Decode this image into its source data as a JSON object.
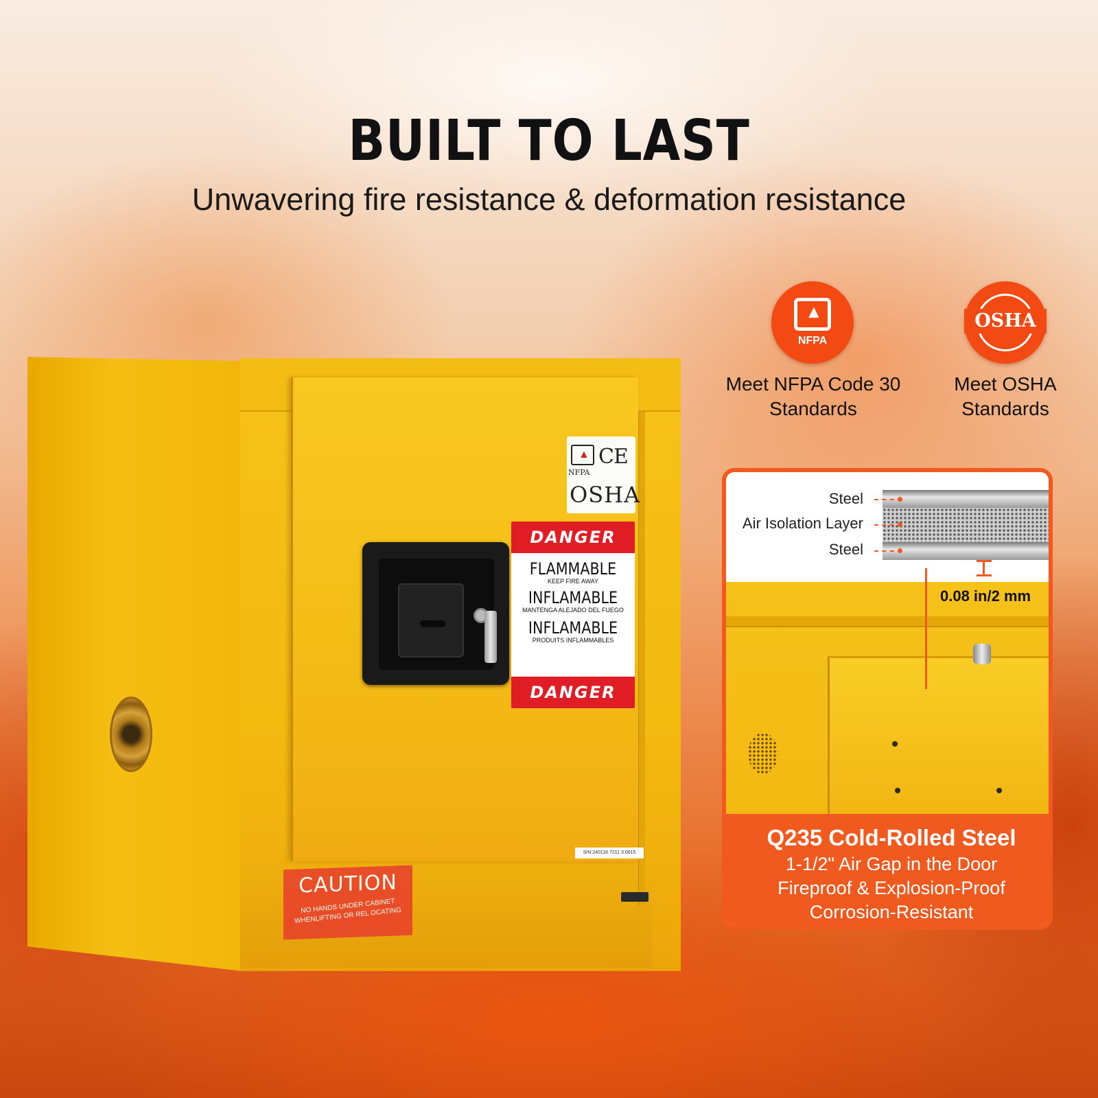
{
  "header": {
    "title": "BUILT TO LAST",
    "subtitle": "Unwavering fire resistance & deformation resistance"
  },
  "badges": [
    {
      "icon": "nfpa-icon",
      "logo_text": "NFPA",
      "text_line1": "Meet NFPA Code 30",
      "text_line2": "Standards"
    },
    {
      "icon": "osha-icon",
      "logo_text": "OSHA",
      "text_line1": "Meet OSHA",
      "text_line2": "Standards"
    }
  ],
  "cabinet": {
    "cert_nfpa": "NFPA",
    "cert_ce": "CE",
    "cert_osha": "OSHA",
    "danger_top": "DANGER",
    "flammable": "FLAMMABLE",
    "flammable_sub": "KEEP FIRE AWAY",
    "inflamable_es": "INFLAMABLE",
    "inflamable_es_sub": "MANTENGA ALEJADO DEL FUEGO",
    "inflamable_fr": "INFLAMABLE",
    "inflamable_fr_sub": "PRODUITS INFLAMMABLES",
    "danger_bottom": "DANGER",
    "serial": "S/N:240116 7211 3 0615",
    "caution_title": "CAUTION",
    "caution_line1": "NO HANDS UNDER CABINET",
    "caution_line2": "WHENLIFTING OR REL OCATING"
  },
  "material_panel": {
    "layers": [
      "Steel",
      "Air Isolation Layer",
      "Steel"
    ],
    "thickness": "0.08 in/2 mm",
    "title": "Q235 Cold-Rolled Steel",
    "features": [
      "1-1/2\" Air Gap in the Door",
      "Fireproof & Explosion-Proof",
      "Corrosion-Resistant"
    ]
  },
  "colors": {
    "accent_orange": "#f15a1e",
    "cabinet_yellow": "#f4bd14",
    "danger_red": "#e01c24"
  }
}
